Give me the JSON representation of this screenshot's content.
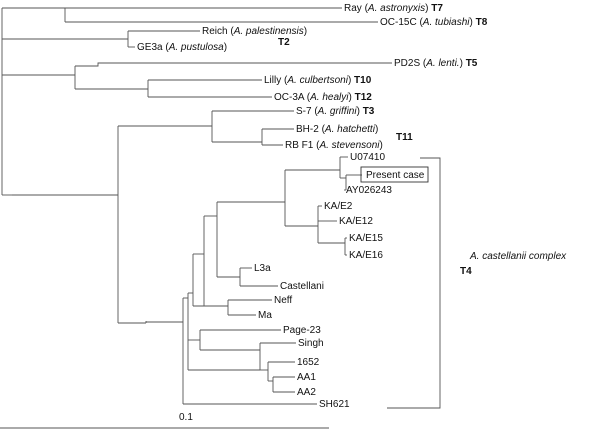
{
  "figure": {
    "taxa": {
      "ray": {
        "strain": "Ray",
        "species": "A. astronyxis",
        "type": "T7"
      },
      "oc15c": {
        "strain": "OC-15C",
        "species": "A. tubiashi",
        "type": "T8"
      },
      "reich": {
        "strain": "Reich",
        "species": "A. palestinensis"
      },
      "ge3a": {
        "strain": "GE3a",
        "species": "A. pustulosa"
      },
      "pd2s": {
        "strain": "PD2S",
        "species": "A. lenti.",
        "type": "T5"
      },
      "lilly": {
        "strain": "Lilly",
        "species": "A. culbertsoni",
        "type": "T10"
      },
      "oc3a": {
        "strain": "OC-3A",
        "species": "A. healyi",
        "type": "T12"
      },
      "s7": {
        "strain": "S-7",
        "species": "A. griffini",
        "type": "T3"
      },
      "bh2": {
        "strain": "BH-2",
        "species": "A. hatchetti"
      },
      "rbf1": {
        "strain": "RB F1",
        "species": "A. stevensoni"
      },
      "u07410": "U07410",
      "present_case": "Present case",
      "ay026243": "AY026243",
      "kae2": "KA/E2",
      "kae12": "KA/E12",
      "kae15": "KA/E15",
      "kae16": "KA/E16",
      "l3a": "L3a",
      "castellani": "Castellani",
      "neff": "Neff",
      "ma": "Ma",
      "page23": "Page-23",
      "singh": "Singh",
      "s1652": "1652",
      "aa1": "AA1",
      "aa2": "AA2",
      "sh621": "SH621"
    },
    "clade_labels": {
      "t2": "T2",
      "t11": "T11",
      "t4_complex": "A. castellanii complex",
      "t4": "T4"
    },
    "scale_bar_label": "0.1"
  }
}
